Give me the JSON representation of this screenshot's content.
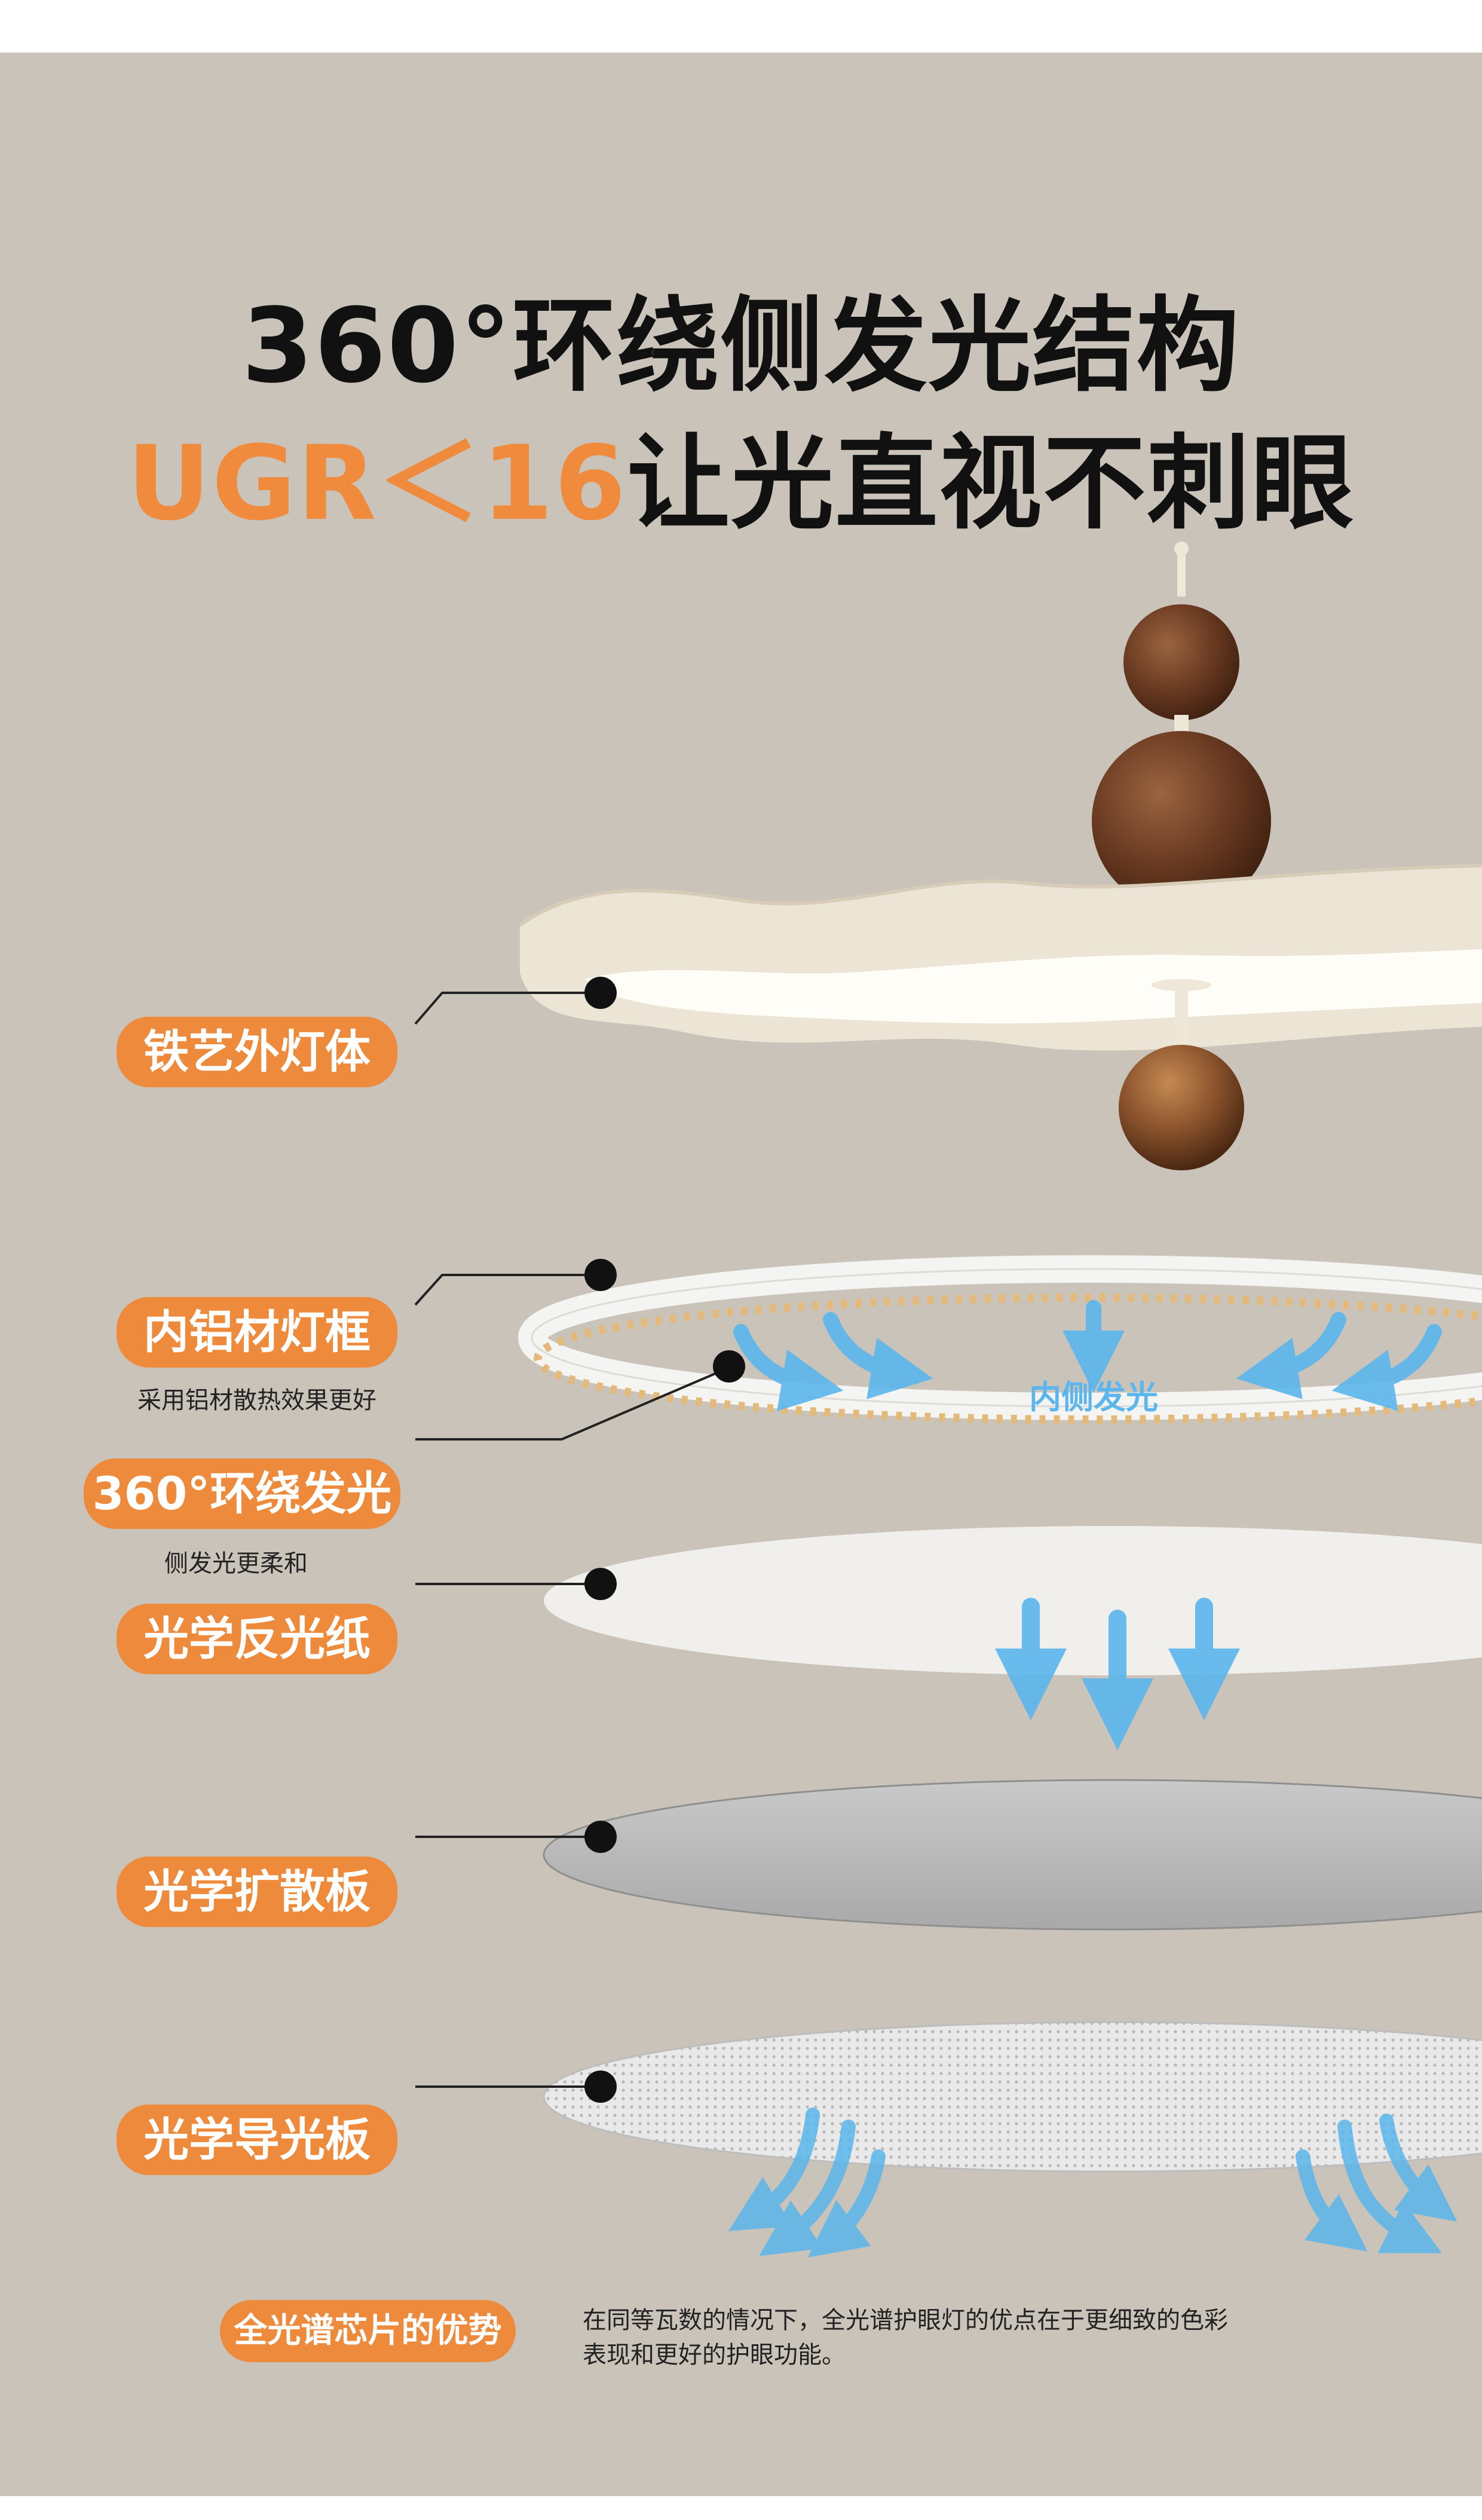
{
  "headline": {
    "line1": "360°环绕侧发光结构",
    "line2_accent": "UGR＜16",
    "line2_rest": "让光直视不刺眼"
  },
  "layers": [
    {
      "label": "铁艺外灯体"
    },
    {
      "label": "内铝材灯框",
      "sub": "采用铝材散热效果更好"
    },
    {
      "label": "360°环绕发光",
      "sub": "侧发光更柔和"
    },
    {
      "label": "光学反光纸"
    },
    {
      "label": "光学扩散板"
    },
    {
      "label": "光学导光板"
    }
  ],
  "inner_light_text": "内侧发光",
  "footer": {
    "badge": "全光谱芯片的优势",
    "note_line1": "在同等瓦数的情况下，全光谱护眼灯的优点在于更细致的色彩",
    "note_line2": "表现和更好的护眼功能。"
  },
  "colors": {
    "background": "#cac3b9",
    "accent": "#ee8a3b",
    "arrow": "#5ab6ec",
    "wood": "#6b3b22"
  }
}
